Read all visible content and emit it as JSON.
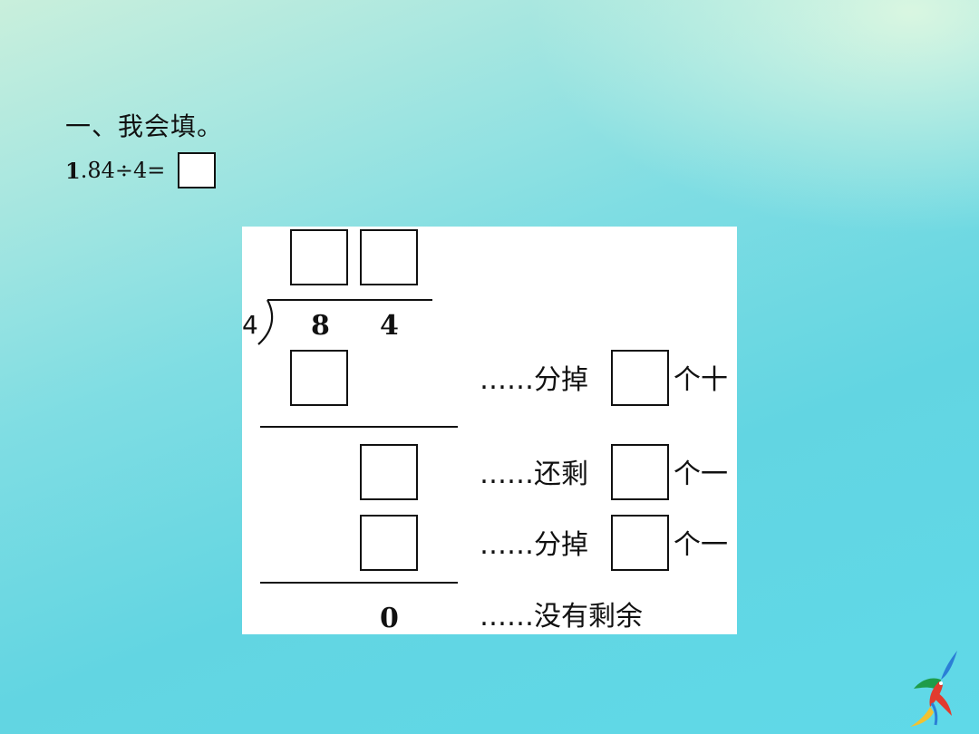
{
  "heading": "一、我会填。",
  "question": {
    "number": "1",
    "expression": ".84÷4="
  },
  "division": {
    "divisor": "4",
    "dividend_digits": [
      "8",
      "4"
    ],
    "final_remainder": "0"
  },
  "notes": {
    "row1_prefix": "……分掉",
    "row1_suffix": "个十",
    "row2_prefix": "……还剩",
    "row2_suffix": "个一",
    "row3_prefix": "……分掉",
    "row3_suffix": "个一",
    "row4": "……没有剩余"
  },
  "colors": {
    "background_start": "#c9efdc",
    "background_end": "#5fd9e8",
    "ink": "#111111"
  },
  "icons": {
    "corner_decoration": "parrot-icon"
  }
}
